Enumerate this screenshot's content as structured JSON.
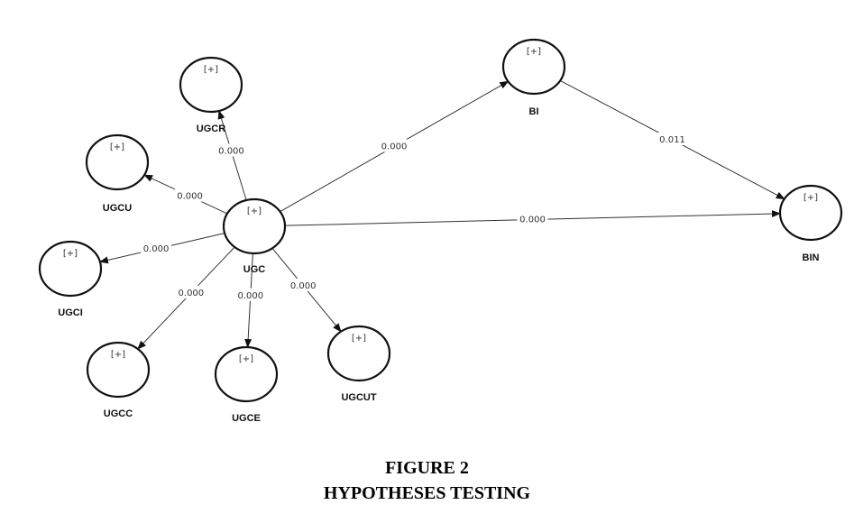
{
  "diagram": {
    "nodes": [
      {
        "id": "UGCR",
        "label": "UGCR",
        "expand": "[+]"
      },
      {
        "id": "UGCU",
        "label": "UGCU",
        "expand": "[+]"
      },
      {
        "id": "UGC",
        "label": "UGC",
        "expand": "[+]"
      },
      {
        "id": "UGCI",
        "label": "UGCI",
        "expand": "[+]"
      },
      {
        "id": "UGCC",
        "label": "UGCC",
        "expand": "[+]"
      },
      {
        "id": "UGCE",
        "label": "UGCE",
        "expand": "[+]"
      },
      {
        "id": "UGCUT",
        "label": "UGCUT",
        "expand": "[+]"
      },
      {
        "id": "BI",
        "label": "BI",
        "expand": "[+]"
      },
      {
        "id": "BIN",
        "label": "BIN",
        "expand": "[+]"
      }
    ],
    "edges": [
      {
        "from": "UGC",
        "to": "UGCR",
        "value": "0.000"
      },
      {
        "from": "UGC",
        "to": "UGCU",
        "value": "0.000"
      },
      {
        "from": "UGC",
        "to": "UGCI",
        "value": "0.000"
      },
      {
        "from": "UGC",
        "to": "UGCC",
        "value": "0.000"
      },
      {
        "from": "UGC",
        "to": "UGCE",
        "value": "0.000"
      },
      {
        "from": "UGC",
        "to": "UGCUT",
        "value": "0.000"
      },
      {
        "from": "UGC",
        "to": "BI",
        "value": "0.000"
      },
      {
        "from": "UGC",
        "to": "BIN",
        "value": "0.000"
      },
      {
        "from": "BI",
        "to": "BIN",
        "value": "0.011"
      }
    ]
  },
  "caption": {
    "line1": "FIGURE 2",
    "line2": "HYPOTHESES TESTING"
  }
}
